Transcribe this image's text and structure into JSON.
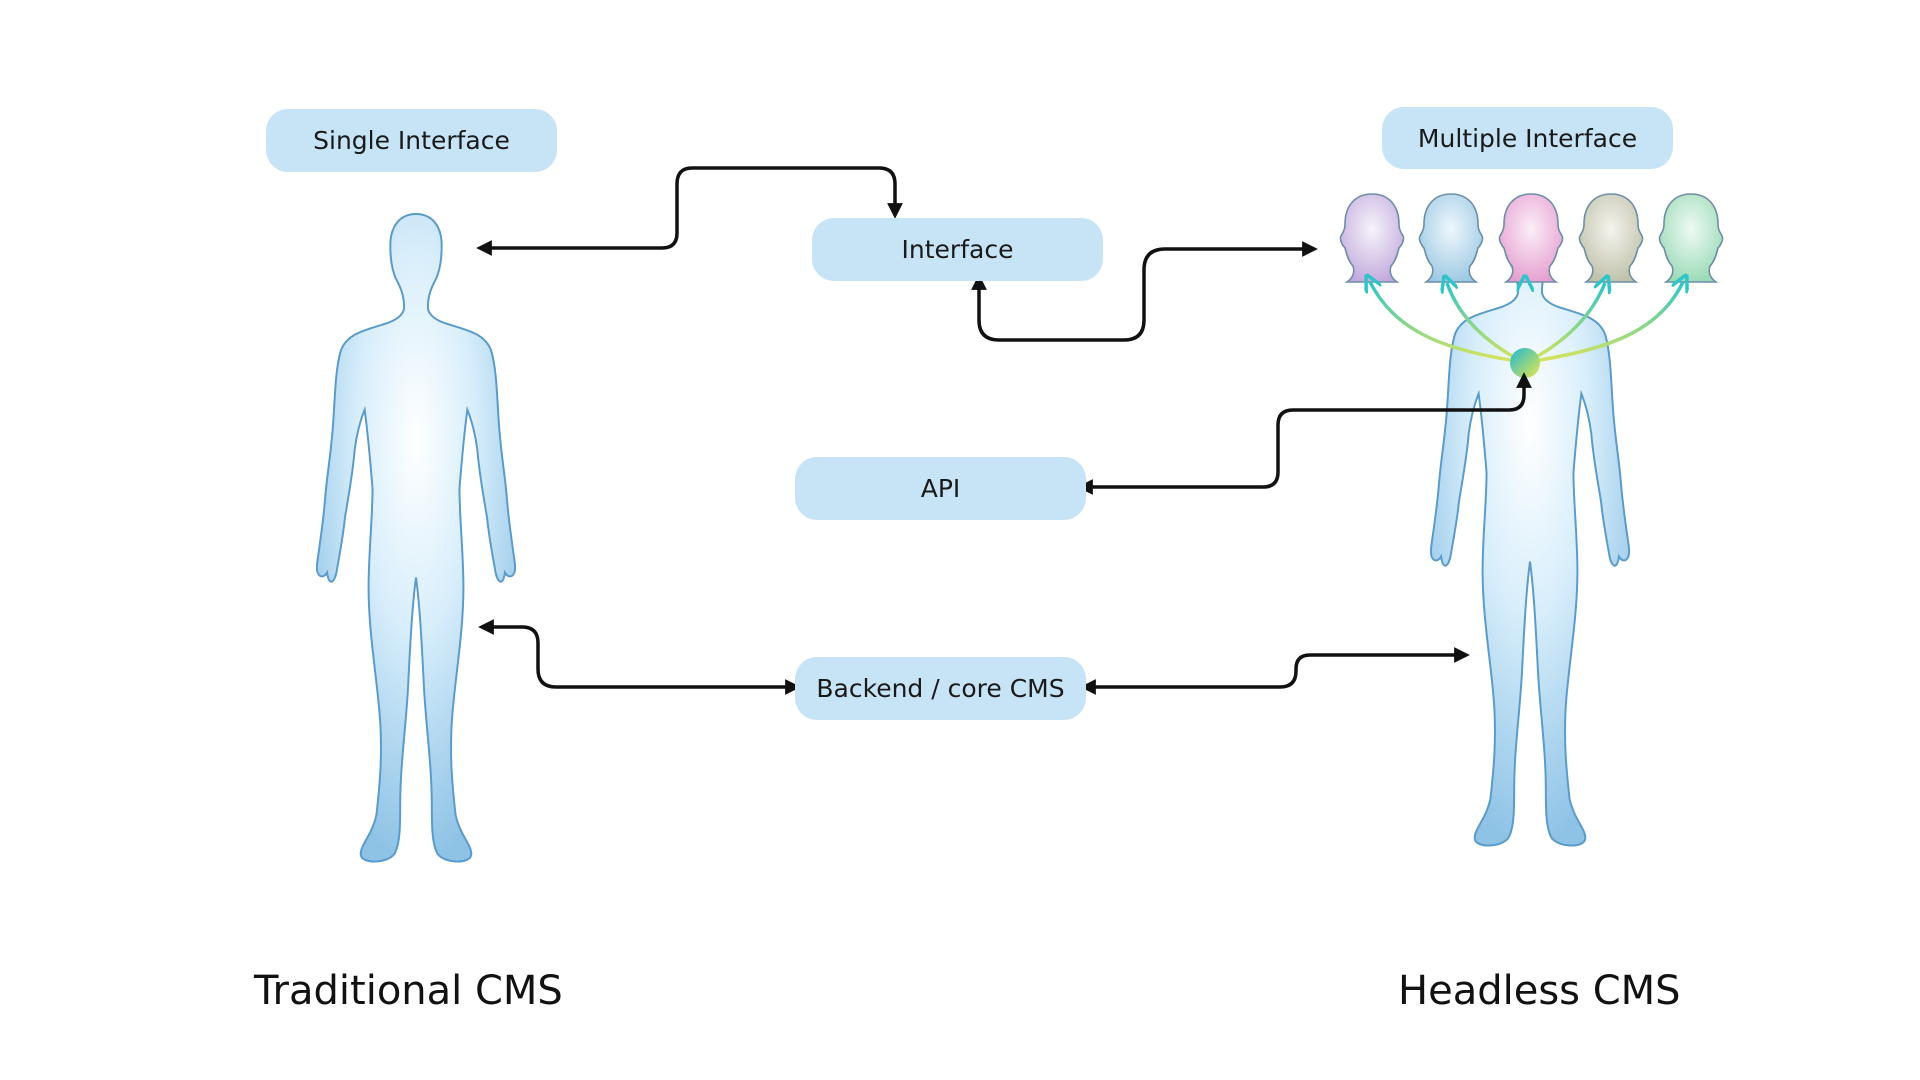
{
  "labels": {
    "single_interface": "Single Interface",
    "multiple_interface": "Multiple Interface",
    "interface": "Interface",
    "api": "API",
    "backend": "Backend / core CMS",
    "traditional": "Traditional CMS",
    "headless": "Headless CMS"
  },
  "colors": {
    "pill": "#c6e4f6",
    "arrow": "#111111",
    "body_light": "#eaf7ff",
    "body_dark": "#8fc3e6",
    "connector_teal": "#2ec4c9",
    "connector_yellow": "#d7e45a",
    "head_purple": "#c9b6e0",
    "head_blue": "#a9cfe6",
    "head_pink": "#e9a9d6",
    "head_olive": "#c7c9b3",
    "head_green": "#a6e0c0"
  },
  "icons": {
    "figure": "human-body-icon",
    "head": "head-icon"
  }
}
